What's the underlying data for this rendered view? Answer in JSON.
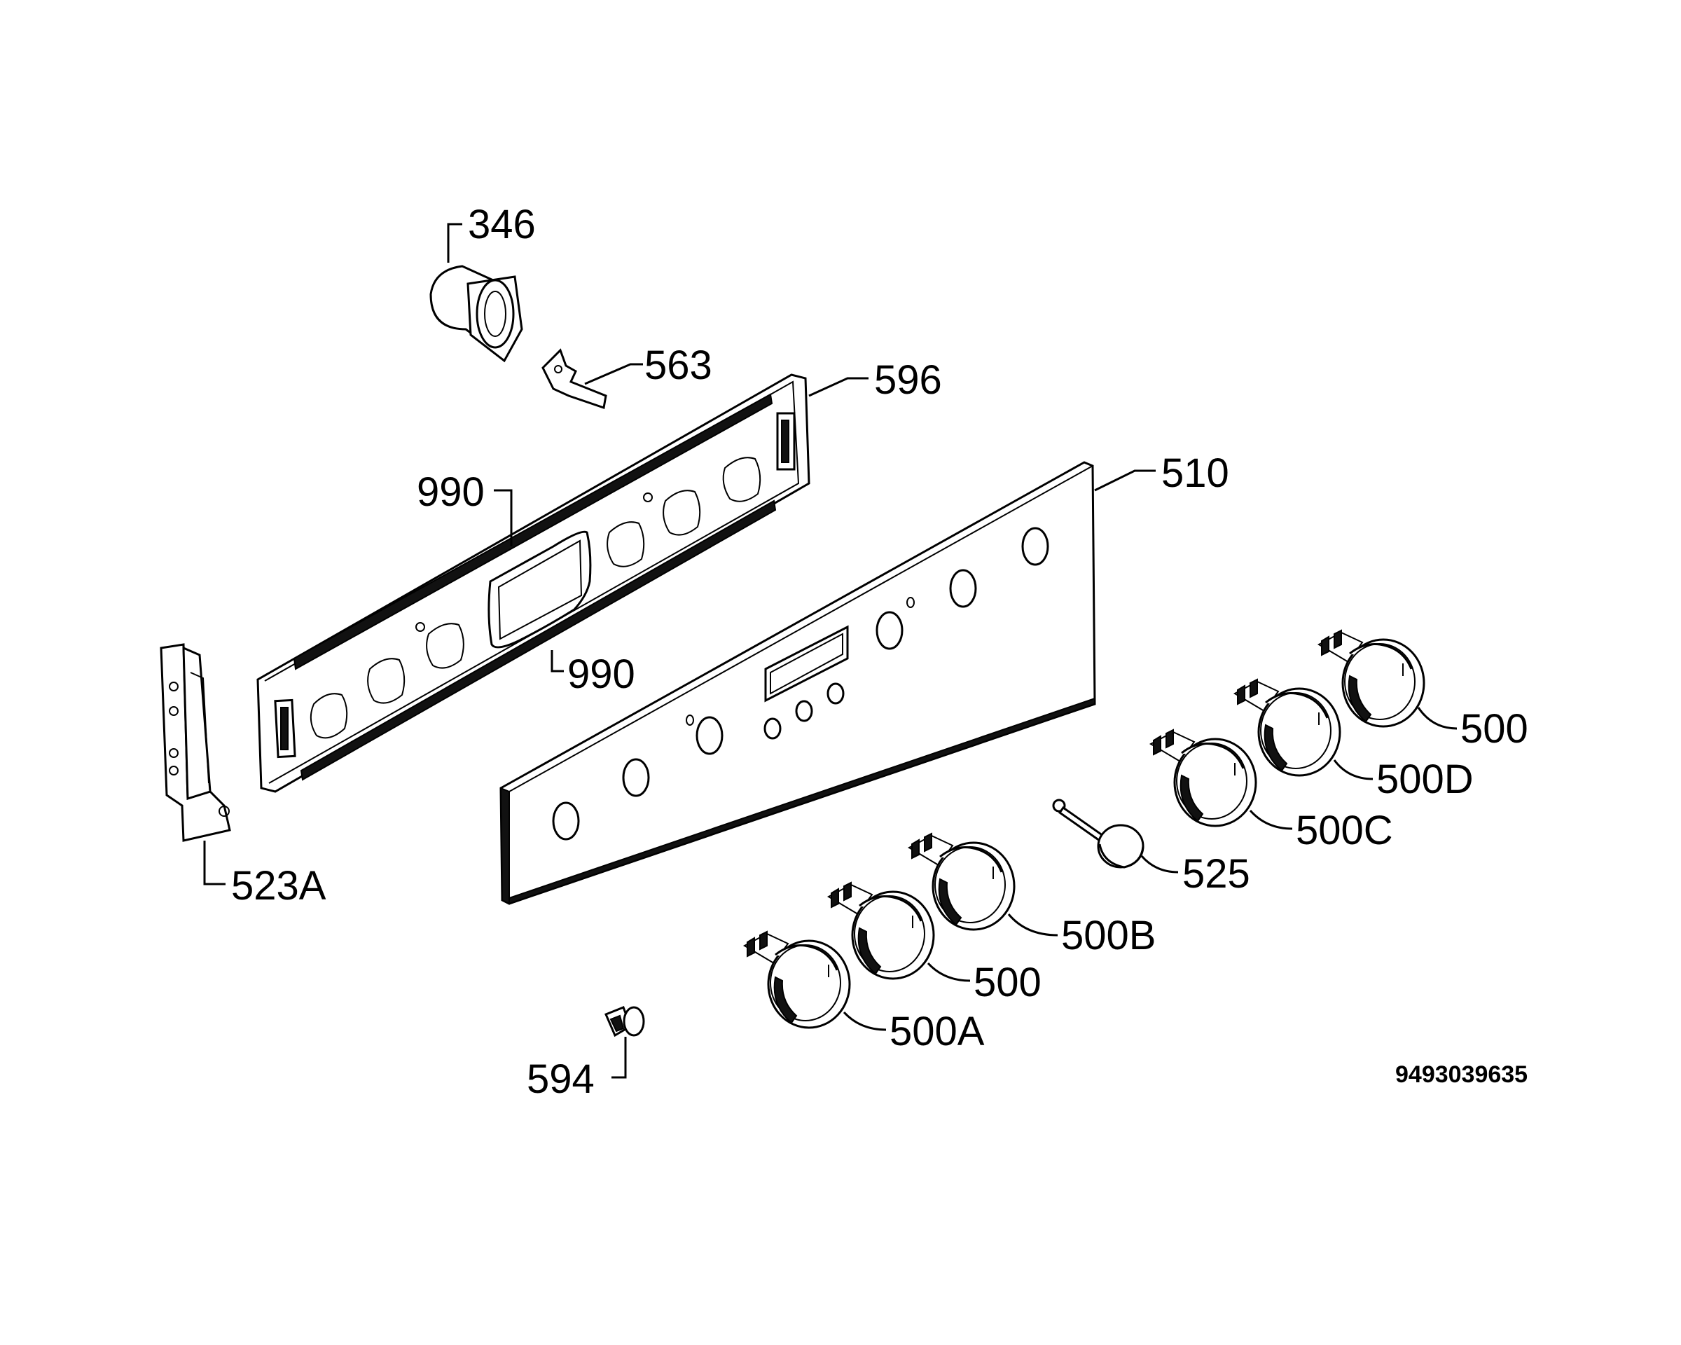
{
  "diagram": {
    "reference_number": "9493039635",
    "part_labels": {
      "p346": "346",
      "p563": "563",
      "p596": "596",
      "p510": "510",
      "p990_top": "990",
      "p990_bottom": "990",
      "p523a": "523A",
      "p500_top": "500",
      "p500d": "500D",
      "p500c": "500C",
      "p525": "525",
      "p500b": "500B",
      "p500_mid": "500",
      "p500a": "500A",
      "p594": "594"
    }
  }
}
